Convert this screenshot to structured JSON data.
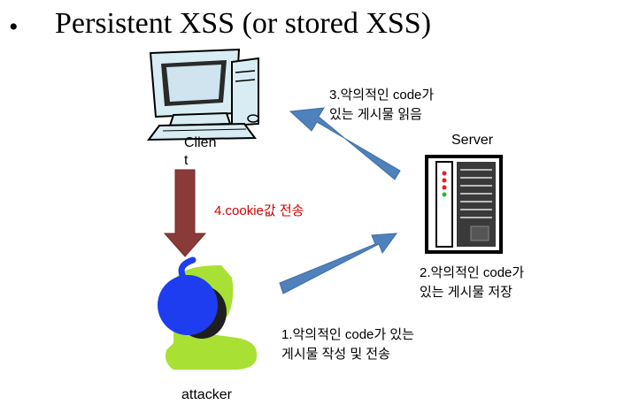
{
  "slide": {
    "bullet": "•",
    "title": "Persistent XSS (or stored XSS)"
  },
  "nodes": {
    "client": "Clien\nt",
    "server": "Server",
    "attacker": "attacker"
  },
  "steps": {
    "step1": "1.악의적인 code가 있는\n게시물 작성 및 전송",
    "step2": "2.악의적인 code가\n있는 게시물 저장",
    "step3": "3.악의적인 code가\n있는 게시물 읽음",
    "step4": "4.cookie값 전송"
  },
  "colors": {
    "blue_arrow": "#4f81bd",
    "red_arrow": "#8b3a3a",
    "step4_text": "#d40000",
    "attacker_body": "#a8e034",
    "attacker_head": "#1e3cf0"
  }
}
